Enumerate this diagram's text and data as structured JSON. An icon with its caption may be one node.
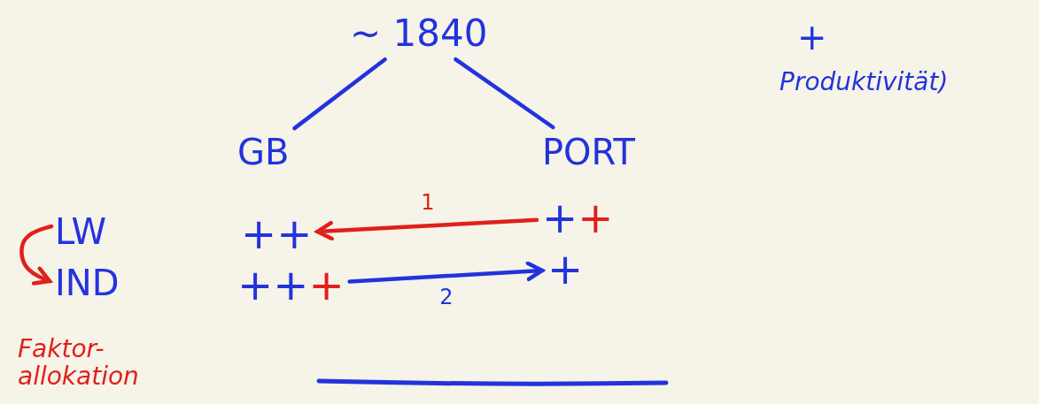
{
  "diagram": {
    "nodes": [
      {
        "text": [
          "~ 1840"
        ]
      },
      {
        "text": [
          "GB"
        ]
      },
      {
        "text": [
          "PORT"
        ]
      },
      {
        "text": [
          "LW"
        ]
      },
      {
        "text": [
          "IND"
        ]
      },
      {
        "text": [
          "++"
        ]
      },
      {
        "text": [
          "++",
          "+"
        ]
      },
      {
        "text": [
          "+",
          "+"
        ]
      },
      {
        "text": [
          "+"
        ]
      }
    ],
    "edges": [
      {
        "from": 0,
        "to": 1,
        "arrow": "none"
      },
      {
        "from": 0,
        "to": 2,
        "arrow": "none"
      },
      {
        "from": 7,
        "to": 5,
        "arrow": "to",
        "label": "1",
        "color": "#e0201c"
      },
      {
        "from": 6,
        "to": 8,
        "arrow": "to",
        "label": "2"
      },
      {
        "from": 3,
        "to": 4,
        "arrow": "to",
        "color": "#e0201c"
      }
    ],
    "labels": [
      "+",
      "Produktivität)",
      "Faktor-allokation"
    ]
  }
}
